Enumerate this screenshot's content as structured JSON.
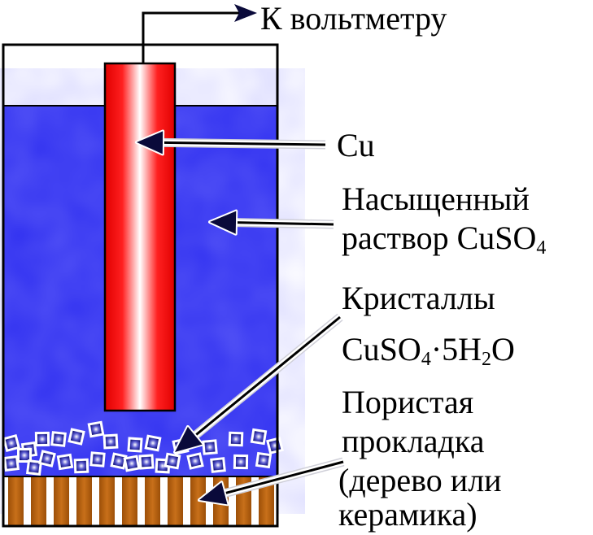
{
  "title": "Медно-сульфатный электрод сравнения",
  "labels": {
    "voltmeter": "К вольтметру",
    "electrode": "Cu",
    "solution_line1": "Насыщенный",
    "solution_line2": "раствор CuSO",
    "solution_sub": "4",
    "crystals_line1": "Кристаллы",
    "crystals_formula_a": "CuSO",
    "crystals_sub1": "4",
    "crystals_formula_b": "·5H",
    "crystals_sub2": "2",
    "crystals_formula_c": "O",
    "pad_line1": "Пористая",
    "pad_line2": "прокладка",
    "pad_line3": "(дерево или",
    "pad_line4": "керамика)"
  },
  "colors": {
    "solution": "#2f2ff0",
    "rod": "#ff1010",
    "pad": "#b8620e",
    "crystal": "#1a1a80",
    "arrow": "#0a0a3a"
  }
}
